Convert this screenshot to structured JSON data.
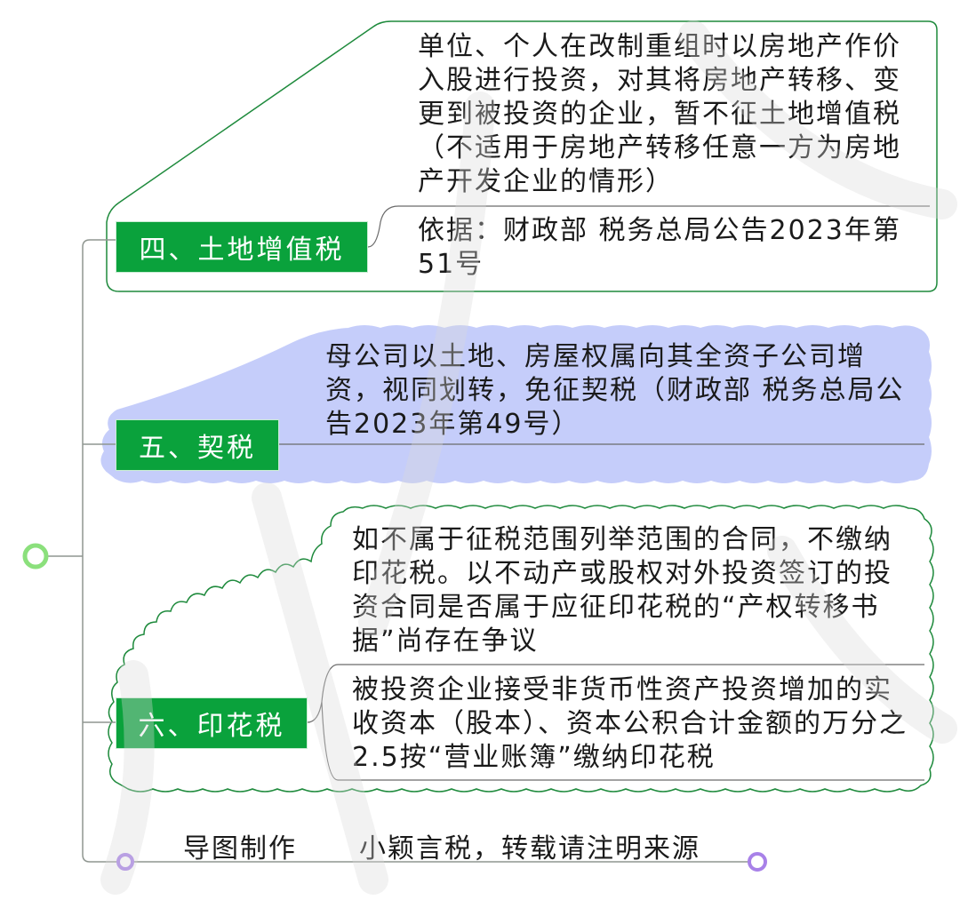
{
  "topics": [
    {
      "label": "四、土地增值税",
      "details": [
        "单位、个人在改制重组时以房地产作价入股进行投资，对其将房地产转移、变更到被投资的企业，暂不征土地增值税（不适用于房地产转移任意一方为房地产开发企业的情形）",
        "依据：财政部 税务总局公告2023年第51号"
      ]
    },
    {
      "label": "五、契税",
      "details": [
        "母公司以土地、房屋权属向其全资子公司增资，视同划转，免征契税（财政部 税务总局公告2023年第49号）"
      ]
    },
    {
      "label": "六、印花税",
      "details": [
        "如不属于征税范围列举范围的合同，不缴纳印花税。以不动产或股权对外投资签订的投资合同是否属于应征印花税的“产权转移书据”尚存在争议",
        "被投资企业接受非货币性资产投资增加的实收资本（股本）、资本公积合计金额的万分之2.5按“营业账簿”缴纳印花税"
      ]
    }
  ],
  "footer": {
    "label": "导图制作",
    "text": "小颖言税，转载请注明来源"
  },
  "colors": {
    "green": "#0aa23c",
    "lavender": "#c5cdfa",
    "purple": "#a881e8",
    "line": "#8f9690",
    "green_line": "#1e8a3c"
  }
}
